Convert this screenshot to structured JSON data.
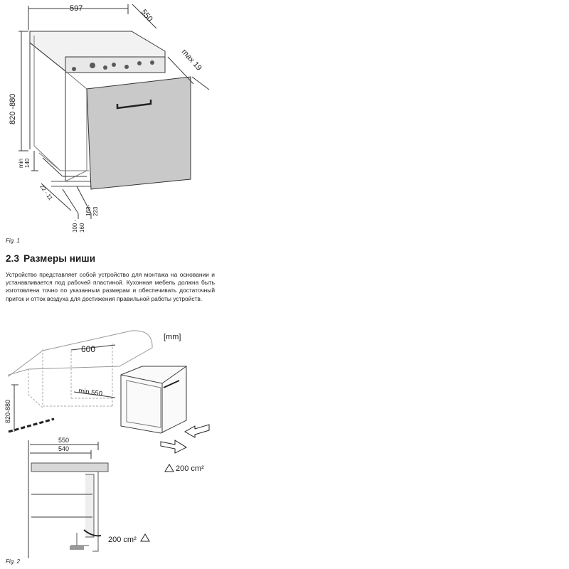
{
  "fig1": {
    "dim_width": "597",
    "dim_depth": "550",
    "dim_door": "max 19",
    "dim_height": "820 -880",
    "dim_min": "min",
    "dim_min_val": "140",
    "dim_22": "22 - 11",
    "dim_100": "100 -",
    "dim_160": "160",
    "dim_163": "163-",
    "dim_223": "223",
    "caption": "Fig. 1"
  },
  "section": {
    "number": "2.3",
    "title": "Размеры ниши",
    "body": "Устройство представляет собой устройство для монтажа на основании и устанавливается под рабочей пластиной. Кухонная мебель должна быть изготовлена точно по указанным размерам и обеспечивать достаточный приток и отток воздуха для достижения правильной работы устройств."
  },
  "fig2": {
    "unit": "[mm]",
    "dim_600": "600",
    "dim_min550": "min.550",
    "dim_height": "820-880",
    "airflow_label": "200 cm²",
    "dim_550": "550",
    "dim_540": "540",
    "airflow_label_2": "200 cm²",
    "caption": "Fig. 2"
  },
  "colors": {
    "line": "#3a3a3a",
    "door": "#c9c9c9",
    "light": "#9a9a9a"
  }
}
